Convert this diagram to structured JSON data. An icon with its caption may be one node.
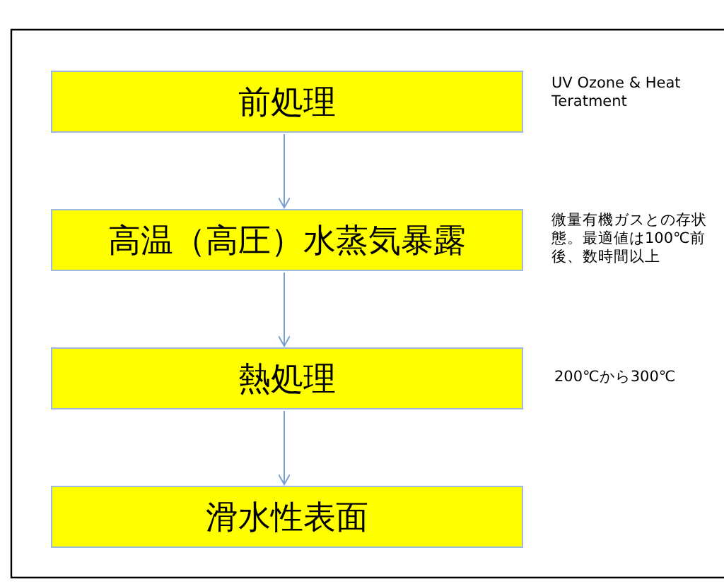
{
  "diagram": {
    "nodes": [
      {
        "text": [
          "前処理"
        ],
        "beside": [
          "UV Ozone & Heat Teratment"
        ]
      },
      {
        "text": [
          "高温（高圧）水蒸気暴露"
        ],
        "beside": [
          "微量有機ガスとの存状態。最適値は100℃前後、数時間以上"
        ]
      },
      {
        "text": [
          "熱処理"
        ],
        "beside": [
          "200℃から300℃"
        ]
      },
      {
        "text": [
          "滑水性表面"
        ]
      }
    ],
    "edges": [
      {
        "from": 0,
        "to": 1,
        "arrow": "to"
      },
      {
        "from": 1,
        "to": 2,
        "arrow": "to"
      },
      {
        "from": 2,
        "to": 3,
        "arrow": "to"
      }
    ]
  }
}
